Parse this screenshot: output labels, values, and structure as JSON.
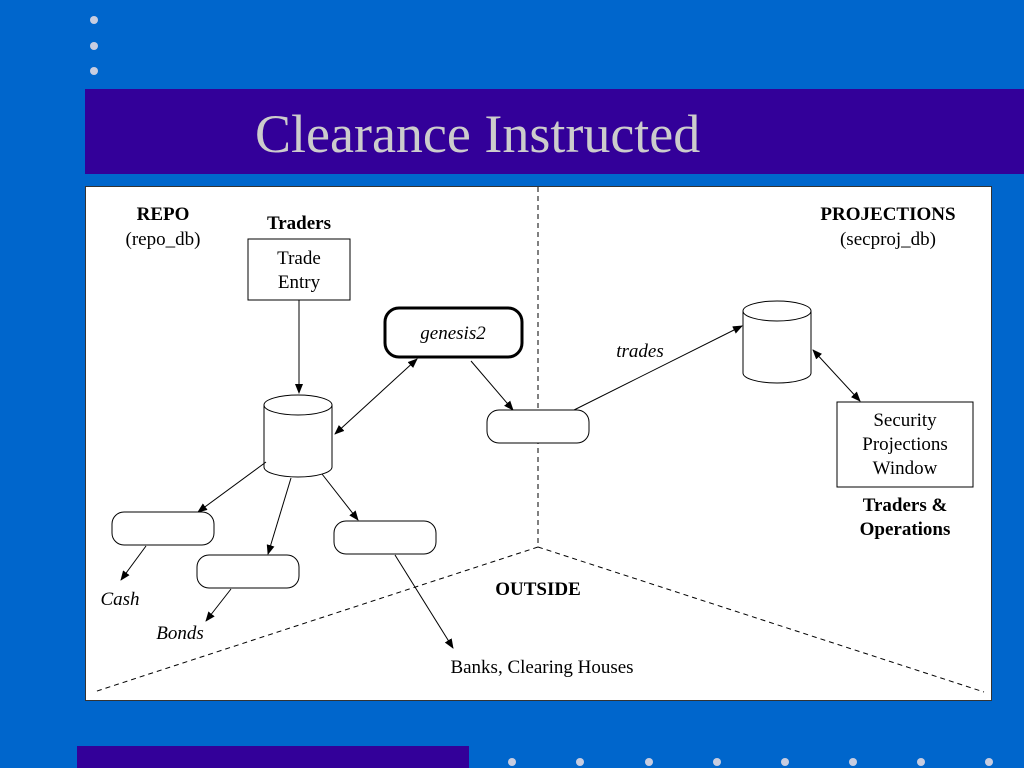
{
  "slide": {
    "title": "Clearance Instructed",
    "colors": {
      "background": "#0066cc",
      "band": "#330099",
      "title_text": "#cccccc",
      "panel": "#ffffff"
    }
  },
  "diagram": {
    "regions": {
      "repo": {
        "title": "REPO",
        "subtitle": "(repo_db)"
      },
      "projections": {
        "title": "PROJECTIONS",
        "subtitle": "(secproj_db)"
      },
      "outside": {
        "title": "OUTSIDE"
      }
    },
    "nodes": {
      "traders_label": "Traders",
      "trade_entry": [
        "Trade",
        "Entry"
      ],
      "genesis": "genesis2",
      "security_window": [
        "Security",
        "Projections",
        "Window"
      ],
      "traders_ops": [
        "Traders &",
        "Operations"
      ]
    },
    "edge_labels": {
      "trades": "trades",
      "cash": "Cash",
      "bonds": "Bonds",
      "banks": "Banks, Clearing Houses"
    }
  }
}
